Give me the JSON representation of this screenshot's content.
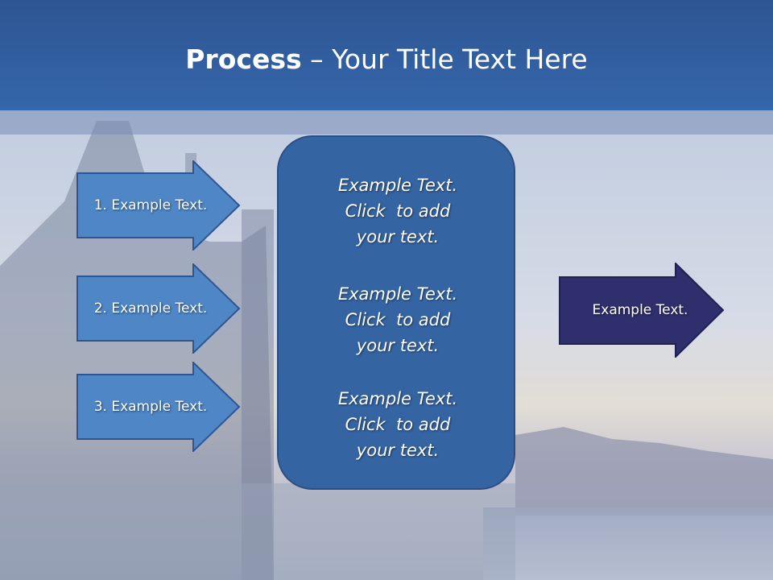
{
  "title": {
    "bold": "Process",
    "rest": " – Your Title Text Here"
  },
  "left_arrows": [
    {
      "label": "1. Example Text."
    },
    {
      "label": "2. Example Text."
    },
    {
      "label": "3. Example Text."
    }
  ],
  "center_blocks": [
    {
      "line1": "Example Text.",
      "line2": "Click  to add",
      "line3": "your text."
    },
    {
      "line1": "Example Text.",
      "line2": "Click  to add",
      "line3": "your text."
    },
    {
      "line1": "Example Text.",
      "line2": "Click  to add",
      "line3": "your text."
    }
  ],
  "right_arrow": {
    "label": "Example Text."
  },
  "colors": {
    "header": "#3566ab",
    "left_arrow_fill": "#4f86c6",
    "center_box_fill": "#3564a2",
    "right_arrow_fill": "#2f2f6e"
  }
}
